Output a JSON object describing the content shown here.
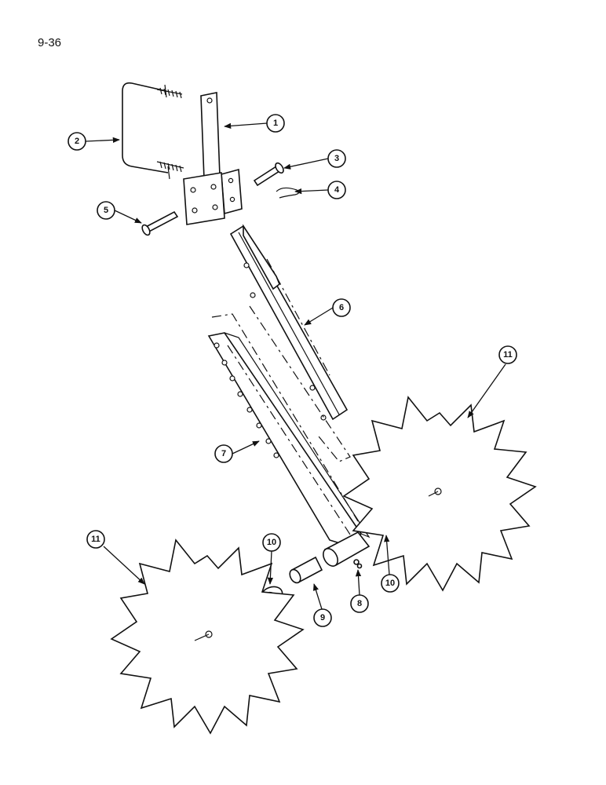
{
  "page_number": "9-36",
  "callouts": [
    "1",
    "2",
    "3",
    "4",
    "5",
    "6",
    "7",
    "8",
    "9",
    "10",
    "10",
    "11",
    "11"
  ]
}
